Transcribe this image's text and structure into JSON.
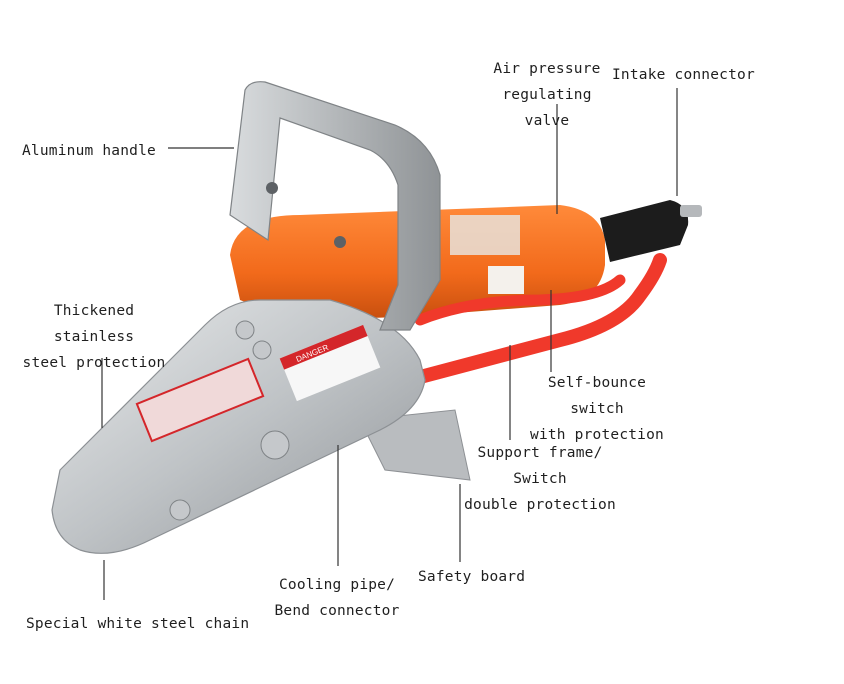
{
  "labels": {
    "air_pressure_valve": "Air pressure\nregulating valve",
    "intake_connector": "Intake connector",
    "aluminum_handle": "Aluminum handle",
    "stainless_protection": "Thickened stainless\nsteel protection",
    "self_bounce_switch": "Self-bounce switch\nwith protection",
    "support_frame": "Support frame/ Switch\ndouble protection",
    "safety_board": "Safety board",
    "cooling_pipe": "Cooling pipe/\nBend connector",
    "steel_chain": "Special white steel chain"
  },
  "product_text": {
    "danger_sticker": "DANGER"
  },
  "colors": {
    "motor_orange": "#f26a1b",
    "hose_red": "#f0392b",
    "steel": "#c9cccf",
    "handle": "#b7babd",
    "grip_black": "#1c1c1c"
  }
}
